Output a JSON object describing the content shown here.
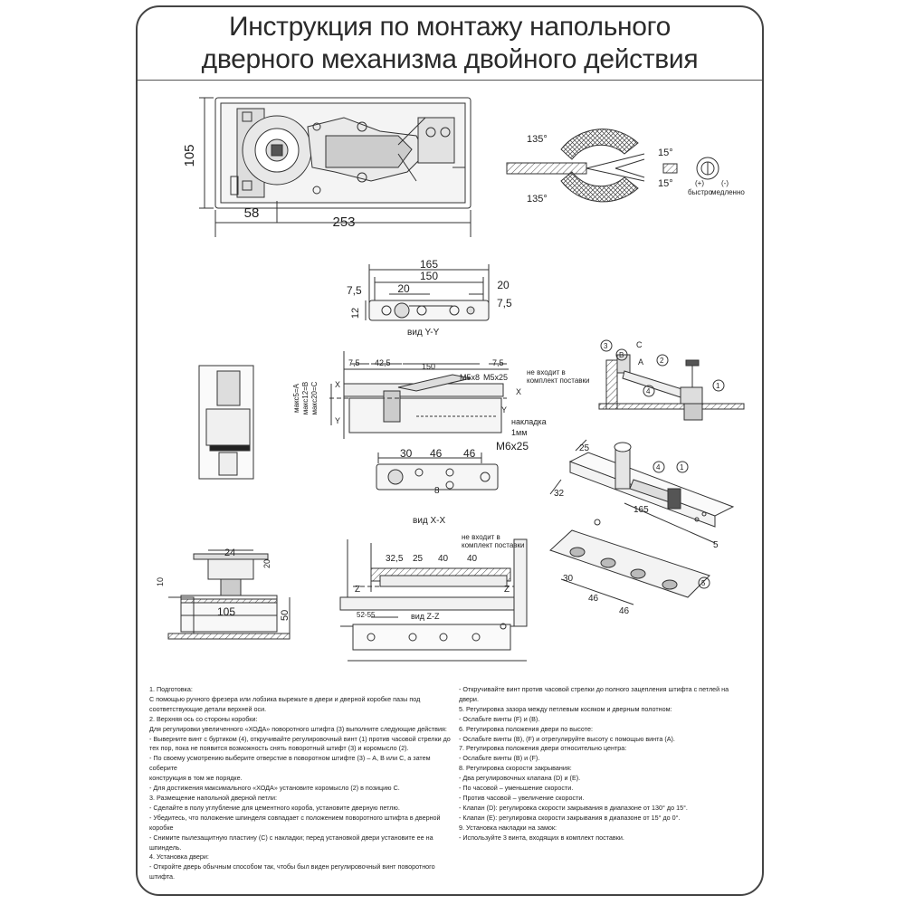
{
  "title": {
    "line1": "Инструкция по монтажу напольного",
    "line2": "дверного механизма двойного действия"
  },
  "top_view": {
    "dim_height": "105",
    "dim_width": "253",
    "dim_offset": "58"
  },
  "angle_diagram": {
    "angle_open_top": "135°",
    "angle_open_bottom": "135°",
    "angle_small_top": "15°",
    "angle_small_bottom": "15°",
    "speed_plus": "(+)",
    "speed_minus": "(-)",
    "speed_fast": "быстро",
    "speed_slow": "медленно"
  },
  "plate_yy": {
    "dim_165": "165",
    "dim_150": "150",
    "dim_20a": "20",
    "dim_20b": "20",
    "dim_75a": "7,5",
    "dim_75b": "7,5",
    "dim_12": "12",
    "caption": "вид Y-Y"
  },
  "section_view": {
    "d75a": "7,5",
    "d425": "42,5",
    "d150": "150",
    "d75b": "7,5",
    "m5x8": "M5x8",
    "m5x25": "M5x25",
    "not_included_1": "не входит в",
    "not_included_2": "комплект поставки",
    "max_a": "макс5=A",
    "max_b": "макс12=B",
    "max_c": "макс20=C",
    "lbl_x_left": "X",
    "lbl_x_right": "X",
    "lbl_y_left": "Y",
    "lbl_y_right": "Y",
    "overlay_1": "накладка",
    "overlay_2": "1мм"
  },
  "plate_xx": {
    "d30": "30",
    "d46a": "46",
    "d46b": "46",
    "m6x25": "M6x25",
    "d8": "8",
    "caption": "вид X-X"
  },
  "pivot_diagram": {
    "n3": "3",
    "c": "C",
    "a": "A",
    "b": "B",
    "n2": "2",
    "n4": "4",
    "n1": "1"
  },
  "iso_diagram": {
    "d25": "25",
    "n4": "4",
    "n1": "1",
    "d32": "32",
    "d165": "165",
    "d5": "5",
    "n5": "5",
    "d30": "30",
    "d46a": "46",
    "d46b": "46"
  },
  "bottom_section": {
    "d24": "24",
    "d20": "20",
    "d10": "10",
    "d105": "105",
    "d50": "50"
  },
  "zz_view": {
    "not_included_1": "не входит в",
    "not_included_2": "комплект поставки",
    "d325": "32,5",
    "d25": "25",
    "d40a": "40",
    "d40b": "40",
    "z_left": "Z",
    "z_right": "Z",
    "d5255": "52-55",
    "caption": "вид Z-Z"
  },
  "instructions": {
    "col1": [
      "1. Подготовка:",
      "С помощью ручного фрезера или лобзика вырежьте в двери и дверной коробке пазы под",
      "соответствующие детали верхней оси.",
      "2. Верхняя ось со стороны коробки:",
      "Для регулировки увеличенного «ХОДА» поворотного штифта (3) выполните следующие действия:",
      "- Выверните винт с буртиком (4), откручивайте регулировочный винт (1) против часовой стрелки до",
      "тех пор, пока не появится возможность снять поворотный штифт (3) и коромысло (2).",
      "- По своему усмотрению выберите отверстие в поворотном штифте (3) – A, B или C, а затем соберите",
      "конструкция в том же порядке.",
      "- Для достижения максимального «ХОДА» установите коромысло (2) в позицию C.",
      "3. Размещение напольной дверной петли:",
      "- Сделайте в полу углубление для цементного короба, установите дверную петлю.",
      "- Убедитесь, что положение шпинделя совпадает с положением поворотного штифта в дверной",
      "коробке",
      "- Снимите пылезащитную пластину (C) с накладки; перед установкой двери установите ее на",
      "шпиндель.",
      "4. Установка двери:",
      "- Откройте дверь обычным способом так, чтобы был виден регулировочный винт поворотного",
      "штифта."
    ],
    "col2": [
      "- Откручивайте винт против часовой стрелки до полного зацепления штифта с петлей на двери.",
      "5. Регулировка зазора между петлевым косяком и дверным полотном:",
      "- Ослабьте винты (F) и (B).",
      "6. Регулировка положения двери по высоте:",
      "- Ослабьте винты (B), (F) и отрегулируйте высоту с помощью винта (A).",
      "7. Регулировка положения двери относительно центра:",
      "- Ослабьте винты (B) и (F).",
      "8. Регулировка скорости закрывания:",
      "- Два регулировочных клапана (D) и (E).",
      "- По часовой – уменьшение скорости.",
      "- Против часовой – увеличение скорости.",
      "- Клапан (D): регулировка скорости закрывания в диапазоне от 130° до 15°.",
      "- Клапан (E): регулировка скорости закрывания в диапазоне от 15° до 0°.",
      "9. Установка накладки на замок:",
      "- Используйте 3 винта, входящих в комплект поставки."
    ]
  }
}
